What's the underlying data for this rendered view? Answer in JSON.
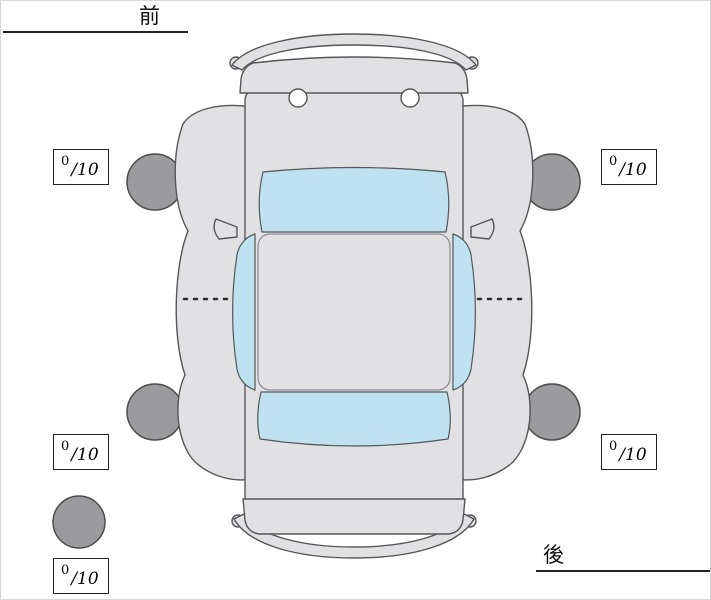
{
  "orientation": {
    "front_label": "前",
    "rear_label": "後"
  },
  "scores": {
    "front_left": {
      "value": "0",
      "denominator": "/10"
    },
    "front_right": {
      "value": "0",
      "denominator": "/10"
    },
    "rear_left": {
      "value": "0",
      "denominator": "/10"
    },
    "rear_right": {
      "value": "0",
      "denominator": "/10"
    },
    "spare": {
      "value": "0",
      "denominator": "/10"
    }
  },
  "colors": {
    "body": "#e1e1e3",
    "window": "#bfe2f1",
    "wheel": "#9b9b9d",
    "headlight": "#ffffff",
    "outline": "#55565a",
    "line": "#222222"
  }
}
